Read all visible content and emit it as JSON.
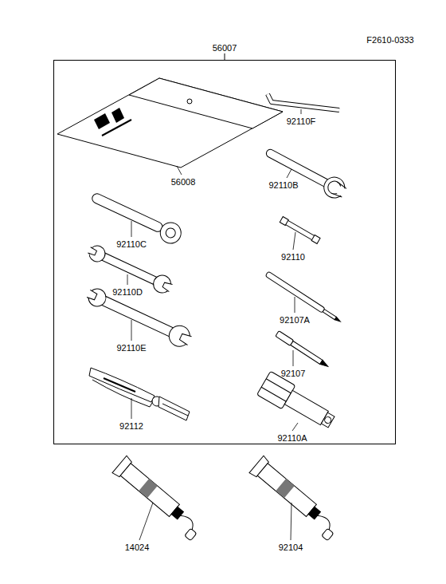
{
  "diagram": {
    "nodes": [
      {
        "text": [
          "56007"
        ]
      }
    ],
    "labels": [
      "F2610-0333",
      "56008",
      "92110F",
      "92110B",
      "92110C",
      "92110",
      "92110D",
      "92107A",
      "92110E",
      "92107",
      "92112",
      "92110A",
      "14024",
      "92104"
    ]
  }
}
